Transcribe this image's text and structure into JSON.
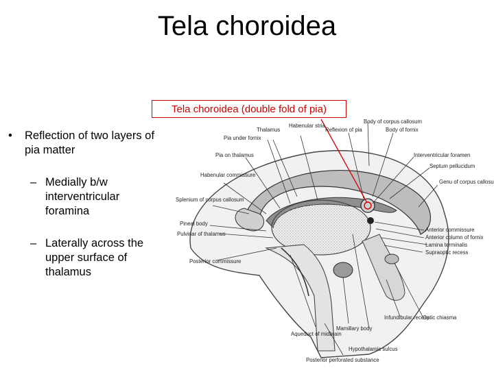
{
  "slide": {
    "title": "Tela choroidea",
    "callout": "Tela choroidea (double fold of pia)",
    "bullets": [
      {
        "text": "Reflection of two layers of pia matter",
        "sub": [
          "Medially b/w interventricular foramina",
          "Laterally across the upper surface of thalamus"
        ]
      }
    ]
  },
  "figure": {
    "labels": [
      "Body of corpus callosum",
      "Habenular stria",
      "Thalamus",
      "Reflexion of pia",
      "Body of fornix",
      "Pia under fornix",
      "Pia on thalamus",
      "Interventricular foramen",
      "Septum pellucidum",
      "Habenular commissure",
      "Genu of corpus callosum",
      "Splenium of corpus callosum",
      "Pineal body",
      "Pulvinar of thalamus",
      "Anterior commissure",
      "Anterior column of fornix",
      "Lamina terminalis",
      "Supraoptic recess",
      "Posterior commissure",
      "Optic chiasma",
      "Mamillary body",
      "Aqueduct of midbrain",
      "Infundibular recess",
      "Hypothalamic sulcus",
      "Posterior perforated substance"
    ],
    "annotation_color": "#d00000"
  }
}
